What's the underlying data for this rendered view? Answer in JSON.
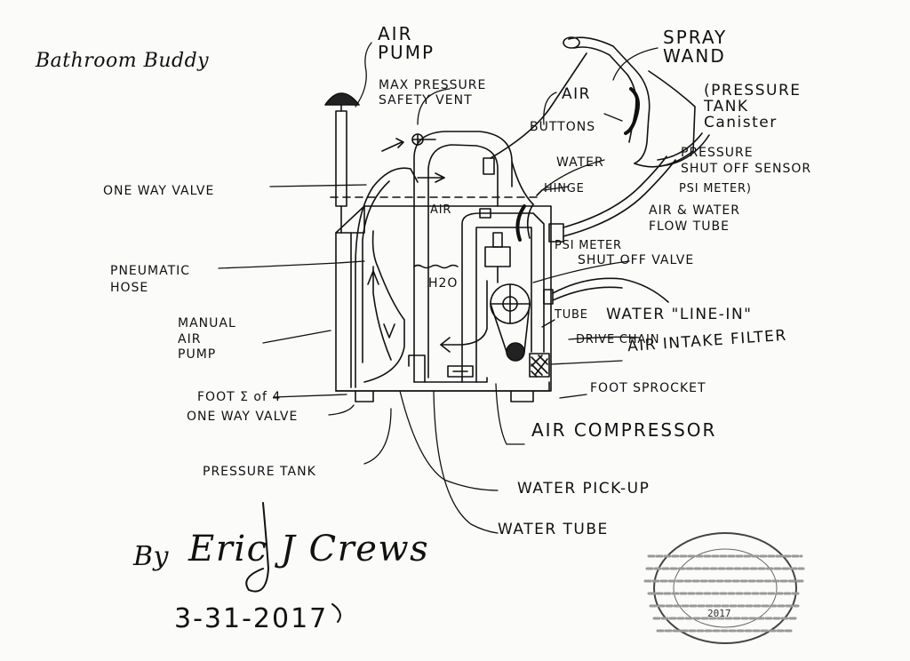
{
  "title": "Bathroom Buddy",
  "labels": {
    "air_pump": "AIR\nPUMP",
    "max_pressure": "MAX PRESSURE\nSAFETY VENT",
    "spray_wand": "SPRAY\nWAND",
    "air": "AIR",
    "buttons": "BUTTONS",
    "water": "WATER",
    "pressure_tank_canister": "(PRESSURE\nTANK\nCanister",
    "pressure_shut_off_sensor": "PRESSURE\nSHUT OFF SENSOR",
    "psi_meter_top": "PSI METER)",
    "hinge": "HINGE",
    "air_water_flow_tube": "AIR & WATER\nFLOW TUBE",
    "one_way_valve": "ONE WAY VALVE",
    "air_in_tank": "AIR",
    "psi_meter": "PSI METER",
    "shut_off_valve": "SHUT OFF VALVE",
    "pneumatic_hose": "PNEUMATIC\nHOSE",
    "h2o": "H2O",
    "tube": "TUBE",
    "water_line_in": "WATER \"LINE-IN\"",
    "manual_air_pump": "MANUAL\nAIR\nPUMP",
    "drive_chain": "DRIVE CHAIN",
    "air_intake_filter": "AIR INTAKE FILTER",
    "foot_of_4": "FOOT Σ of 4",
    "one_way_valve_bottom": "ONE WAY VALVE",
    "foot_sprocket": "FOOT SPROCKET",
    "air_compressor": "AIR COMPRESSOR",
    "pressure_tank": "PRESSURE TANK",
    "water_pick_up": "WATER PICK-UP",
    "water_tube": "WATER TUBE"
  },
  "author": {
    "by": "By",
    "signature": "Eric J Crews",
    "date": "3-31-2017"
  },
  "stamp": {
    "year": "2017"
  },
  "colors": {
    "ink": "#111111",
    "paper": "#fbfbfa",
    "stamp": "#555555"
  }
}
